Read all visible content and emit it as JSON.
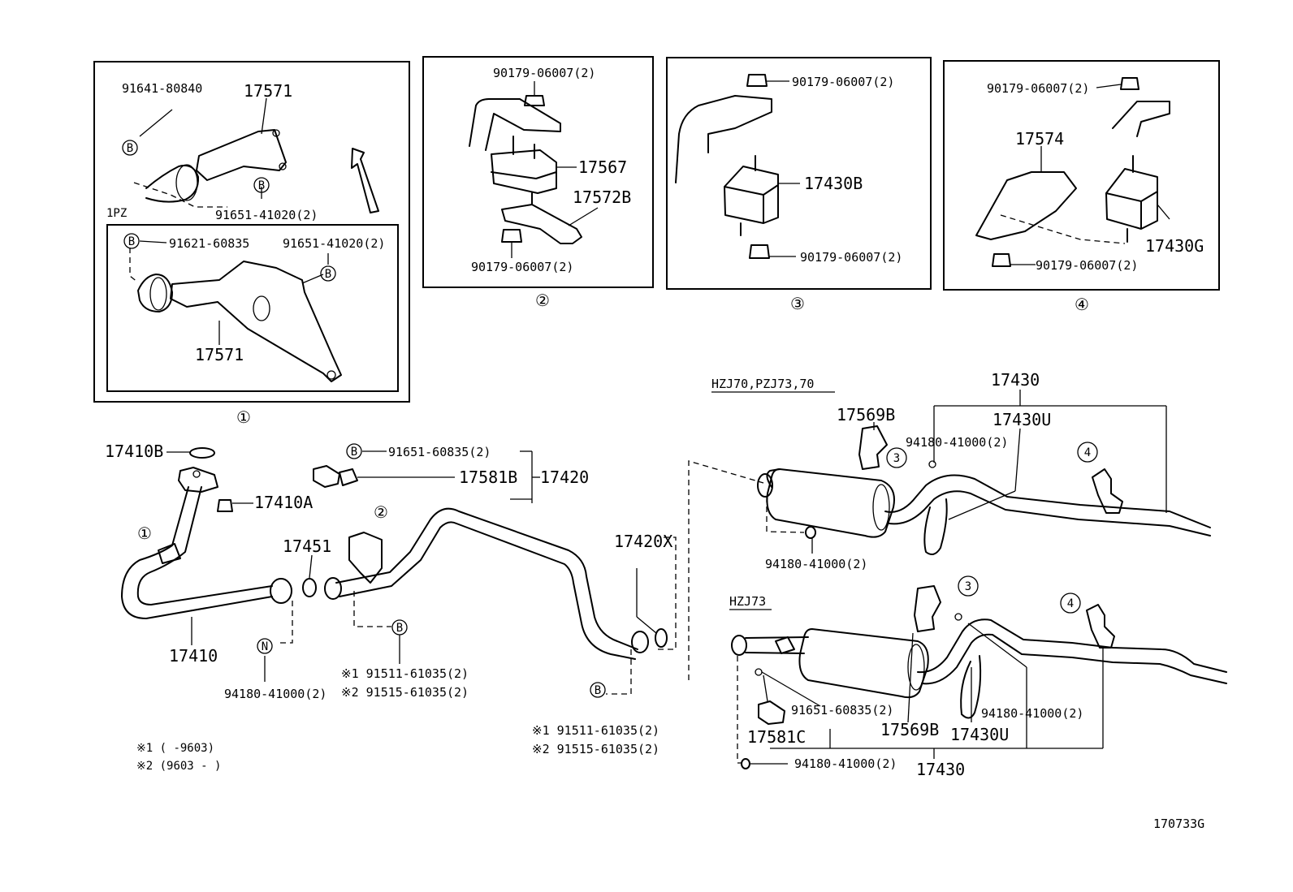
{
  "sections": {
    "box1": {
      "number": "①",
      "callouts": [
        {
          "id": "b1_91641",
          "text": "91641-80840"
        },
        {
          "id": "b1_17571_top",
          "text": "17571"
        },
        {
          "id": "b1_1pz",
          "text": "1PZ"
        },
        {
          "id": "b1_91651_a",
          "text": "91651-41020(2)"
        },
        {
          "id": "b1_91621",
          "text": "91621-60835"
        },
        {
          "id": "b1_91651_b",
          "text": "91651-41020(2)"
        },
        {
          "id": "b1_17571_bot",
          "text": "17571"
        }
      ]
    },
    "box2": {
      "number": "②",
      "callouts": [
        {
          "id": "b2_90179_top",
          "text": "90179-06007(2)"
        },
        {
          "id": "b2_17567",
          "text": "17567"
        },
        {
          "id": "b2_17572b",
          "text": "17572B"
        },
        {
          "id": "b2_90179_bot",
          "text": "90179-06007(2)"
        }
      ]
    },
    "box3": {
      "number": "③",
      "callouts": [
        {
          "id": "b3_90179_top",
          "text": "90179-06007(2)"
        },
        {
          "id": "b3_17430b",
          "text": "17430B"
        },
        {
          "id": "b3_90179_bot",
          "text": "90179-06007(2)"
        }
      ]
    },
    "box4": {
      "number": "④",
      "callouts": [
        {
          "id": "b4_90179_top",
          "text": "90179-06007(2)"
        },
        {
          "id": "b4_17574",
          "text": "17574"
        },
        {
          "id": "b4_17430g",
          "text": "17430G"
        },
        {
          "id": "b4_90179_bot",
          "text": "90179-06007(2)"
        }
      ]
    }
  },
  "main": {
    "callouts": [
      {
        "id": "m_17410b",
        "text": "17410B"
      },
      {
        "id": "m_17410a",
        "text": "17410A"
      },
      {
        "id": "m_circ1",
        "text": "①"
      },
      {
        "id": "m_17410",
        "text": "17410"
      },
      {
        "id": "m_17451",
        "text": "17451"
      },
      {
        "id": "m_94180",
        "text": "94180-41000(2)"
      },
      {
        "id": "m_91651",
        "text": "91651-60835(2)"
      },
      {
        "id": "m_17581b",
        "text": "17581B"
      },
      {
        "id": "m_17420",
        "text": "17420"
      },
      {
        "id": "m_circ2",
        "text": "②"
      },
      {
        "id": "m_91511_a",
        "text": "※1 91511-61035(2)"
      },
      {
        "id": "m_91515_a",
        "text": "※2 91515-61035(2)"
      },
      {
        "id": "m_17420x",
        "text": "17420X"
      },
      {
        "id": "m_91511_b",
        "text": "※1 91511-61035(2)"
      },
      {
        "id": "m_91515_b",
        "text": "※2 91515-61035(2)"
      }
    ],
    "footnotes": [
      {
        "id": "fn1",
        "text": "※1 (      -9603)"
      },
      {
        "id": "fn2",
        "text": "※2 (9603 -      )"
      }
    ]
  },
  "variant_hzj70": {
    "label": "HZJ70,PZJ73,70",
    "callouts": [
      {
        "id": "v1_17430",
        "text": "17430"
      },
      {
        "id": "v1_17569b",
        "text": "17569B"
      },
      {
        "id": "v1_17430u",
        "text": "17430U"
      },
      {
        "id": "v1_94180_top",
        "text": "94180-41000(2)"
      },
      {
        "id": "v1_94180_bot",
        "text": "94180-41000(2)"
      },
      {
        "id": "v1_c3",
        "text": "3"
      },
      {
        "id": "v1_c4",
        "text": "4"
      }
    ]
  },
  "variant_hzj73": {
    "label": "HZJ73",
    "callouts": [
      {
        "id": "v2_c3",
        "text": "3"
      },
      {
        "id": "v2_c4",
        "text": "4"
      },
      {
        "id": "v2_91651",
        "text": "91651-60835(2)"
      },
      {
        "id": "v2_17581c",
        "text": "17581C"
      },
      {
        "id": "v2_17569b",
        "text": "17569B"
      },
      {
        "id": "v2_17430u",
        "text": "17430U"
      },
      {
        "id": "v2_94180_right",
        "text": "94180-41000(2)"
      },
      {
        "id": "v2_94180_bot",
        "text": "94180-41000(2)"
      },
      {
        "id": "v2_17430",
        "text": "17430"
      }
    ]
  },
  "bolt_badges": {
    "b": "B",
    "n": "N"
  },
  "figure_code": "170733G"
}
